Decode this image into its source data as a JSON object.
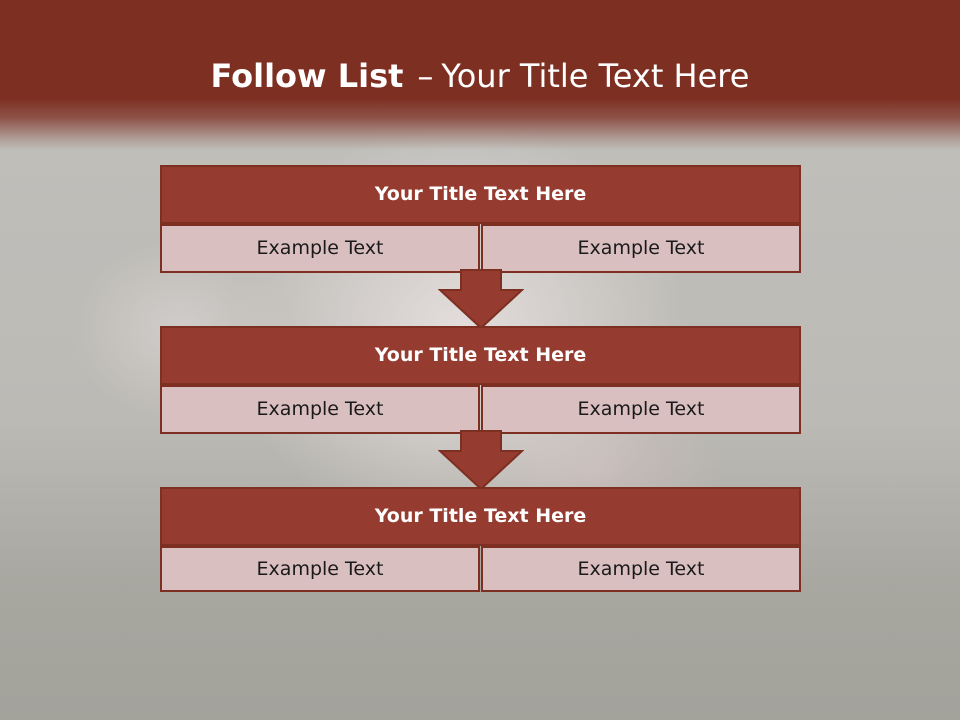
{
  "slide": {
    "title_bold": "Follow List",
    "title_separator": "–",
    "title_rest": "Your Title Text Here"
  },
  "steps": [
    {
      "title": "Your Title Text Here",
      "left": "Example Text",
      "right": "Example Text"
    },
    {
      "title": "Your Title Text Here",
      "left": "Example Text",
      "right": "Example Text"
    },
    {
      "title": "Your Title Text Here",
      "left": "Example Text",
      "right": "Example Text"
    }
  ],
  "colors": {
    "header": "#7d2f22",
    "block_title": "#953b2f",
    "cell": "#dabfc0",
    "arrow": "#953b2f"
  }
}
